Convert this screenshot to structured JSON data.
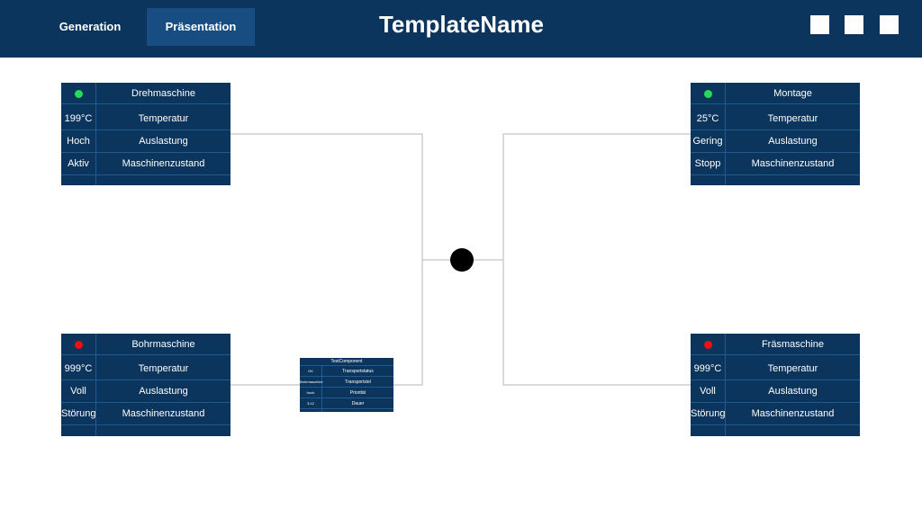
{
  "header": {
    "tab_generation": "Generation",
    "tab_presentation": "Präsentation",
    "title": "TemplateName",
    "window_buttons": [
      "square",
      "square",
      "square"
    ]
  },
  "colors": {
    "header_bg": "#0b355c",
    "active_tab": "#174d80",
    "card_bg": "#0b355c",
    "status_green": "#22dd55",
    "status_red": "#ee1111",
    "hub": "#000000"
  },
  "machines": {
    "drehmaschine": {
      "name": "Drehmaschine",
      "status": "green",
      "rows": [
        {
          "value": "199°C",
          "label": "Temperatur"
        },
        {
          "value": "Hoch",
          "label": "Auslastung"
        },
        {
          "value": "Aktiv",
          "label": "Maschinenzustand"
        }
      ]
    },
    "bohrmaschine": {
      "name": "Bohrmaschine",
      "status": "red",
      "rows": [
        {
          "value": "999°C",
          "label": "Temperatur"
        },
        {
          "value": "Voll",
          "label": "Auslastung"
        },
        {
          "value": "Störung",
          "label": "Maschinenzustand"
        }
      ]
    },
    "montage": {
      "name": "Montage",
      "status": "green",
      "rows": [
        {
          "value": "25°C",
          "label": "Temperatur"
        },
        {
          "value": "Gering",
          "label": "Auslastung"
        },
        {
          "value": "Stopp",
          "label": "Maschinenzustand"
        }
      ]
    },
    "fraesmaschine": {
      "name": "Fräsmaschine",
      "status": "red",
      "rows": [
        {
          "value": "999°C",
          "label": "Temperatur"
        },
        {
          "value": "Voll",
          "label": "Auslastung"
        },
        {
          "value": "Störung",
          "label": "Maschinenzustand"
        }
      ]
    }
  },
  "transport": {
    "name": "TestComponent",
    "rows": [
      {
        "value": "OK",
        "label": "Transportstatus"
      },
      {
        "value": "Bohrmaschine",
        "label": "Transportziel"
      },
      {
        "value": "hoch",
        "label": "Priorität"
      },
      {
        "value": "3:12",
        "label": "Dauer"
      }
    ]
  }
}
